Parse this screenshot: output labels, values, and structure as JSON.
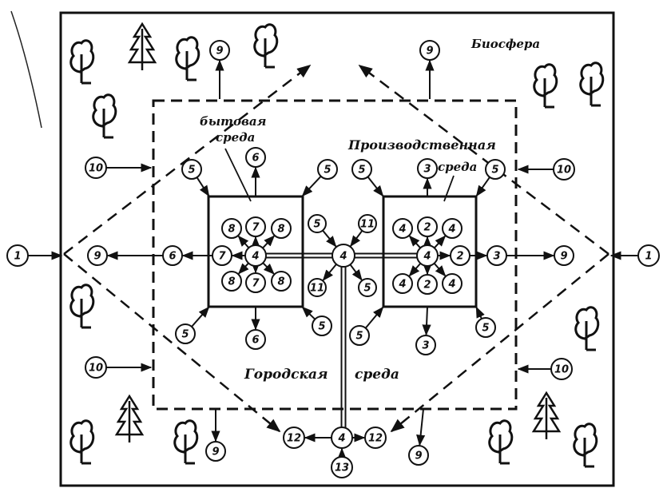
{
  "labels": {
    "biosphere": "Биосфера",
    "domestic_line1": "бытовая",
    "domestic_line2": "среда",
    "production_line1": "Производственная",
    "production_line2": "среда",
    "urban_word1": "Городская",
    "urban_word2": "среда"
  },
  "nodes": {
    "left_1": "1",
    "right_1": "1",
    "left_9": "9",
    "right_9": "9",
    "top_9_left": "9",
    "top_9_right": "9",
    "bottom_9_left": "9",
    "bottom_9_right": "9",
    "left_10_top": "10",
    "left_10_bottom": "10",
    "right_10_top": "10",
    "right_10_bottom": "10",
    "dom_5_tl": "5",
    "dom_5_tr": "5",
    "dom_5_bl": "5",
    "dom_5_br": "5",
    "dom_6_top": "6",
    "dom_6_left": "6",
    "dom_6_bottom": "6",
    "dom_4": "4",
    "dom_8_tl": "8",
    "dom_7_t": "7",
    "dom_8_tr": "8",
    "dom_7_l": "7",
    "dom_8_bl": "8",
    "dom_7_b": "7",
    "dom_8_br": "8",
    "ctr_4": "4",
    "ctr_5_tl": "5",
    "ctr_11_tr": "11",
    "ctr_11_bl": "11",
    "ctr_5_br": "5",
    "prod_5_tl": "5",
    "prod_3_top": "3",
    "prod_5_tr": "5",
    "prod_5_bl": "5",
    "prod_3_bottom": "3",
    "prod_5_br": "5",
    "prod_4": "4",
    "prod_4_tl": "4",
    "prod_2_t": "2",
    "prod_4_tr": "4",
    "prod_2_r": "2",
    "prod_4_bl": "4",
    "prod_2_b": "2",
    "prod_4_br": "4",
    "prod_3_right": "3",
    "bot_4": "4",
    "bot_12_left": "12",
    "bot_12_right": "12",
    "bot_13": "13"
  },
  "colors": {
    "ink": "#111111",
    "paper": "#ffffff"
  }
}
